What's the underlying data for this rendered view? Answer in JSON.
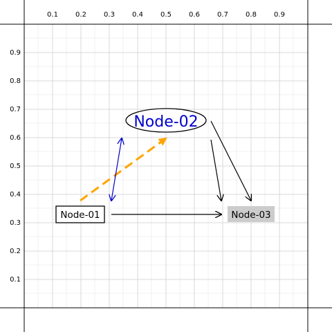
{
  "plot": {
    "x_ticks": [
      "0.1",
      "0.2",
      "0.3",
      "0.4",
      "0.5",
      "0.6",
      "0.7",
      "0.8",
      "0.9"
    ],
    "y_ticks": [
      "0.9",
      "0.8",
      "0.7",
      "0.6",
      "0.5",
      "0.4",
      "0.3",
      "0.2",
      "0.1"
    ],
    "grid": true
  },
  "nodes": {
    "node01": {
      "label": "Node-01",
      "shape": "rectangle",
      "color": "#000000",
      "fill": "#ffffff"
    },
    "node02": {
      "label": "Node-02",
      "shape": "ellipse",
      "color": "#0000cc",
      "border": "#000000",
      "fill": "#ffffff"
    },
    "node03": {
      "label": "Node-03",
      "shape": "filled-rectangle",
      "color": "#000000",
      "fill": "#cccccc"
    }
  },
  "edges": [
    {
      "from": "Node-01",
      "to": "Node-03",
      "style": "solid",
      "color": "#000000"
    },
    {
      "from": "Node-02",
      "to": "Node-03",
      "style": "solid",
      "color": "#000000",
      "count": 2
    },
    {
      "from": "Node-01",
      "to": "Node-02",
      "style": "dashed",
      "color": "#ffa500"
    },
    {
      "from": "Node-01",
      "to": "Node-02",
      "style": "double-headed",
      "color": "#0000cc"
    }
  ]
}
